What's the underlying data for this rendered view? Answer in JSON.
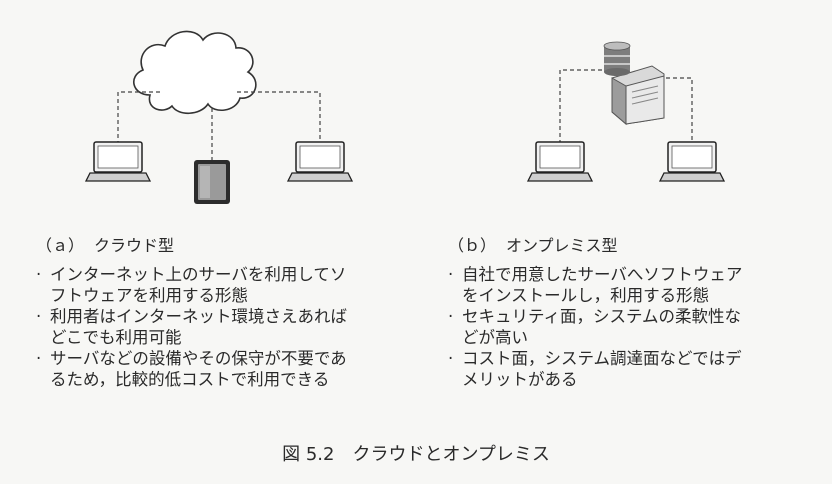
{
  "panel_a": {
    "label": "（ａ）",
    "title": "クラウド型",
    "bullets": [
      [
        "インターネット上のサーバを利用してソ",
        "フトウェアを利用する形態"
      ],
      [
        "利用者はインターネット環境さえあれば",
        "どこでも利用可能"
      ],
      [
        "サーバなどの設備やその保守が不要であ",
        "るため，比較的低コストで利用できる"
      ]
    ]
  },
  "panel_b": {
    "label": "（ｂ）",
    "title": "オンプレミス型",
    "bullets": [
      [
        "自社で用意したサーバへソフトウェア",
        "をインストールし，利用する形態"
      ],
      [
        "セキュリティ面，システムの柔軟性な",
        "どが高い"
      ],
      [
        "コスト面，システム調達面などではデ",
        "メリットがある"
      ]
    ]
  },
  "caption": "図 5.2　クラウドとオンプレミス",
  "icons": [
    "cloud-icon",
    "laptop-icon",
    "tablet-icon",
    "server-icon"
  ]
}
